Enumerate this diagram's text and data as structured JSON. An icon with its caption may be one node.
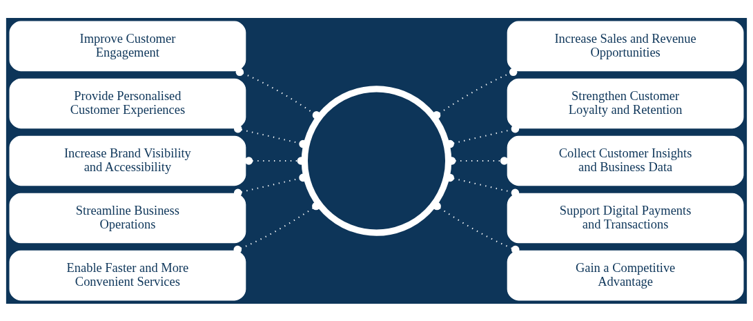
{
  "diagram": {
    "nodes": [
      {
        "text": [
          "Improve Customer Engagement"
        ]
      },
      {
        "text": [
          "Provide Personalised Customer Experiences"
        ]
      },
      {
        "text": [
          "Increase Brand Visibility and Accessibility"
        ]
      },
      {
        "text": [
          "Streamline Business Operations"
        ]
      },
      {
        "text": [
          "Enable Faster and More Convenient Services"
        ]
      },
      {
        "text": [],
        "shape": "circle"
      },
      {
        "text": [
          "Increase Sales and Revenue Opportunities"
        ]
      },
      {
        "text": [
          "Strengthen Customer Loyalty and Retention"
        ]
      },
      {
        "text": [
          "Collect Customer Insights and Business Data"
        ]
      },
      {
        "text": [
          "Support Digital Payments and Transactions"
        ]
      },
      {
        "text": [
          "Gain a Competitive Advantage"
        ]
      }
    ],
    "edges": [
      {
        "from": 0,
        "to": 5,
        "arrow": "other",
        "style": "dashed"
      },
      {
        "from": 1,
        "to": 5,
        "arrow": "other",
        "style": "dashed"
      },
      {
        "from": 2,
        "to": 5,
        "arrow": "other",
        "style": "dashed"
      },
      {
        "from": 3,
        "to": 5,
        "arrow": "other",
        "style": "dashed"
      },
      {
        "from": 4,
        "to": 5,
        "arrow": "other",
        "style": "dashed"
      },
      {
        "from": 5,
        "to": 6,
        "arrow": "other",
        "style": "dashed"
      },
      {
        "from": 5,
        "to": 7,
        "arrow": "other",
        "style": "dashed"
      },
      {
        "from": 5,
        "to": 8,
        "arrow": "other",
        "style": "dashed"
      },
      {
        "from": 5,
        "to": 9,
        "arrow": "other",
        "style": "dashed"
      },
      {
        "from": 5,
        "to": 10,
        "arrow": "other",
        "style": "dashed"
      }
    ]
  }
}
